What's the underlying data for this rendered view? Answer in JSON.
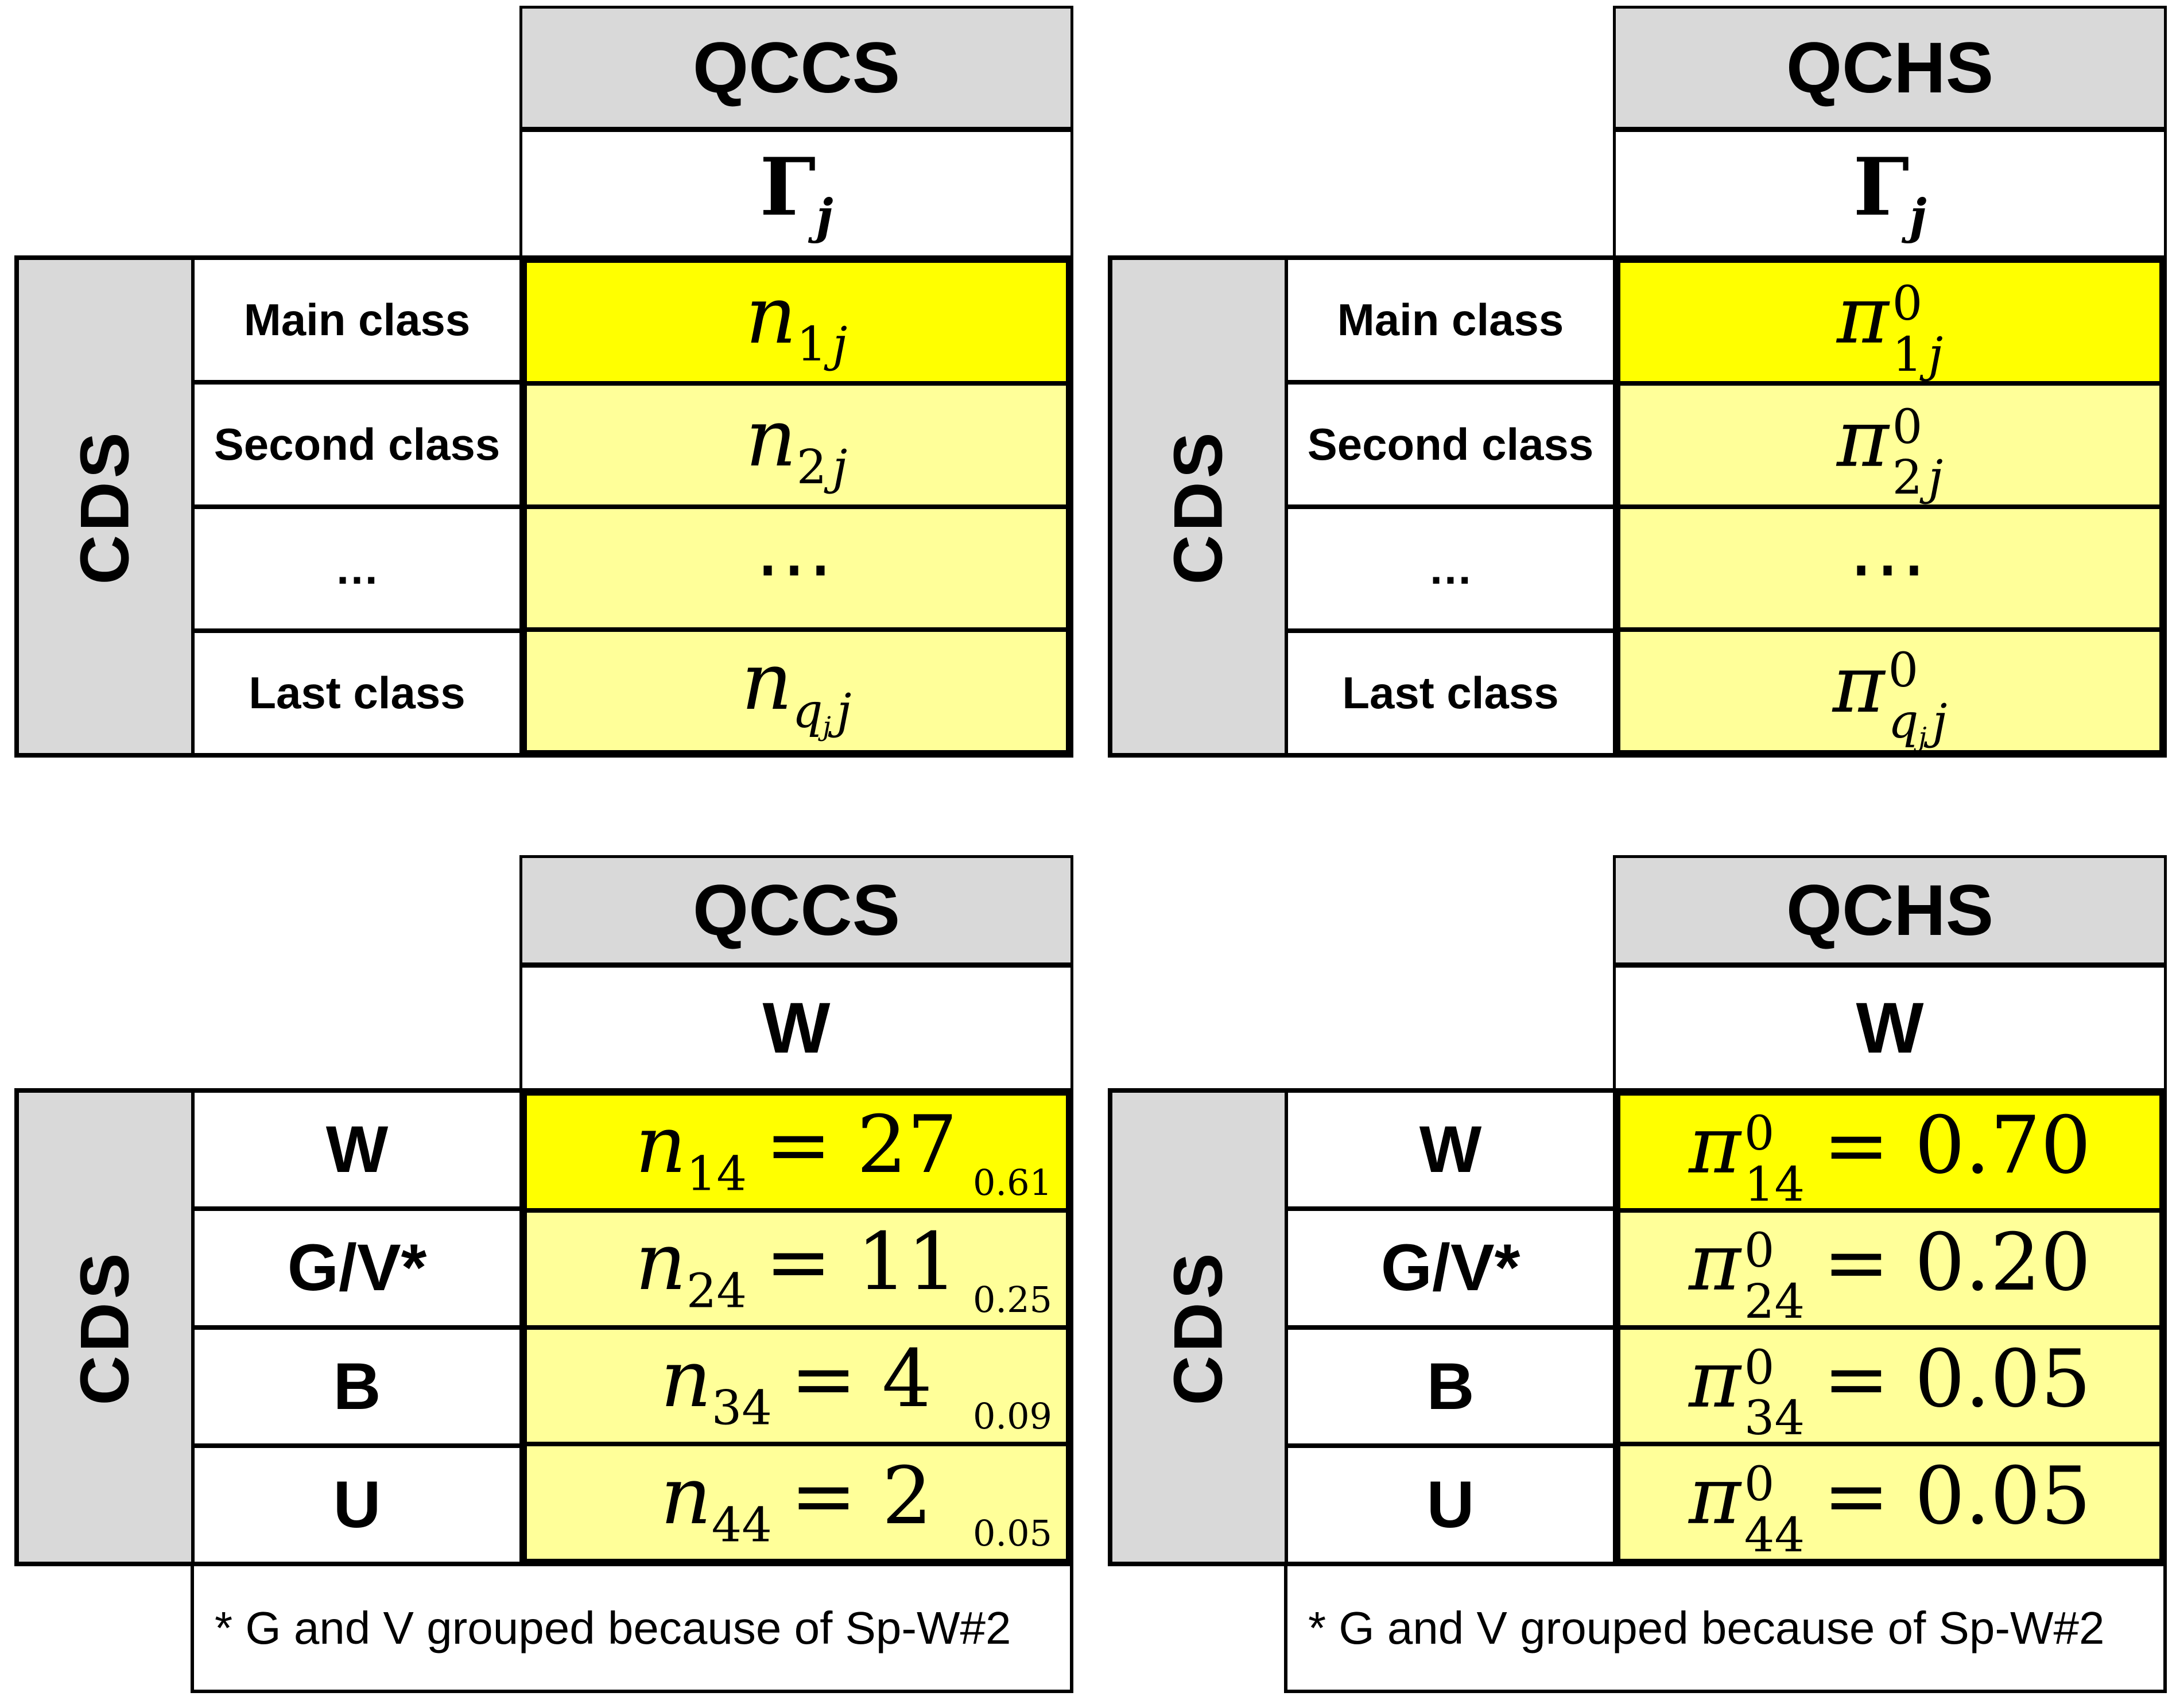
{
  "colors": {
    "gray": "#d9d9d9",
    "highlight": "#ffff00",
    "pale": "#ffff99",
    "line": "#000000",
    "bg": "#ffffff"
  },
  "tables": {
    "tl": {
      "header": "QCCS",
      "subheader": {
        "base": "Γ",
        "sub": "j"
      },
      "side": "CDS",
      "rows": [
        {
          "label": "Main class",
          "math": {
            "base": "n",
            "subnum": "1",
            "subvar": "j"
          }
        },
        {
          "label": "Second class",
          "math": {
            "base": "n",
            "subnum": "2",
            "subvar": "j"
          }
        },
        {
          "label": "…",
          "math": {
            "dots": "⋯"
          }
        },
        {
          "label": "Last class",
          "math": {
            "base": "n",
            "subq": "q",
            "subqsub": "j",
            "subvar": "j"
          }
        }
      ]
    },
    "tr": {
      "header": "QCHS",
      "subheader": {
        "base": "Γ",
        "sub": "j"
      },
      "side": "CDS",
      "rows": [
        {
          "label": "Main class",
          "math": {
            "base": "π",
            "sup": "0",
            "subnum": "1",
            "subvar": "j"
          }
        },
        {
          "label": "Second class",
          "math": {
            "base": "π",
            "sup": "0",
            "subnum": "2",
            "subvar": "j"
          }
        },
        {
          "label": "…",
          "math": {
            "dots": "⋯"
          }
        },
        {
          "label": "Last class",
          "math": {
            "base": "π",
            "sup": "0",
            "subq": "q",
            "subqsub": "j",
            "subvar": "j"
          }
        }
      ]
    },
    "bl": {
      "header": "QCCS",
      "subheader_plain": "W",
      "side": "CDS",
      "rows": [
        {
          "label": "W",
          "math": {
            "base": "n",
            "subnum": "14",
            "eq": "= 27"
          },
          "note": "0.61"
        },
        {
          "label": "G/V*",
          "math": {
            "base": "n",
            "subnum": "24",
            "eq": "= 11"
          },
          "note": "0.25"
        },
        {
          "label": "B",
          "math": {
            "base": "n",
            "subnum": "34",
            "eq": "= 4"
          },
          "note": "0.09"
        },
        {
          "label": "U",
          "math": {
            "base": "n",
            "subnum": "44",
            "eq": "= 2"
          },
          "note": "0.05"
        }
      ],
      "footnote": "* G and V grouped because of Sp-W#2"
    },
    "br": {
      "header": "QCHS",
      "subheader_plain": "W",
      "side": "CDS",
      "rows": [
        {
          "label": "W",
          "math": {
            "base": "π",
            "sup": "0",
            "subnum": "14",
            "eq": "= 0.70"
          }
        },
        {
          "label": "G/V*",
          "math": {
            "base": "π",
            "sup": "0",
            "subnum": "24",
            "eq": "= 0.20"
          }
        },
        {
          "label": "B",
          "math": {
            "base": "π",
            "sup": "0",
            "subnum": "34",
            "eq": "= 0.05"
          }
        },
        {
          "label": "U",
          "math": {
            "base": "π",
            "sup": "0",
            "subnum": "44",
            "eq": "= 0.05"
          }
        }
      ],
      "footnote": "* G and V grouped because of Sp-W#2"
    }
  }
}
